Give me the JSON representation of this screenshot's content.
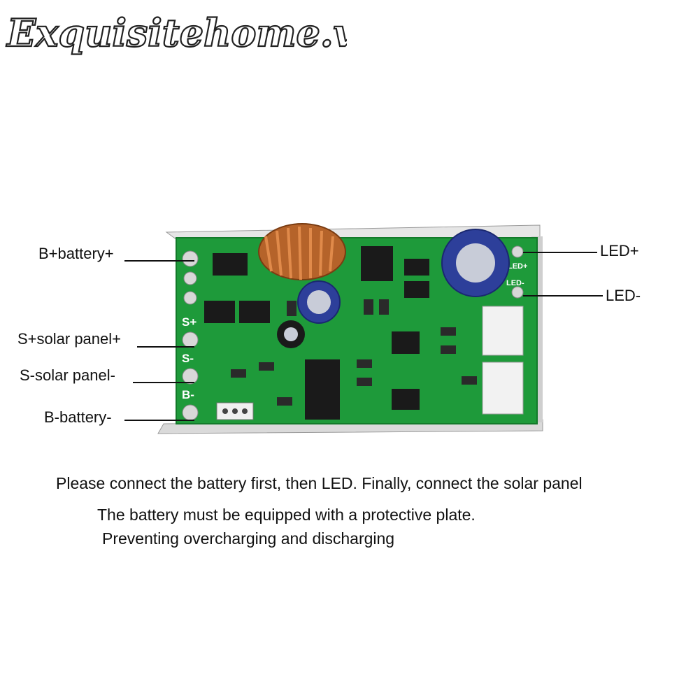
{
  "watermark": {
    "text": "Exquisitehome.vn"
  },
  "labels": {
    "b_plus": "B+battery+",
    "s_plus": "S+solar panel+",
    "s_minus": "S-solar panel-",
    "b_minus": "B-battery-",
    "led_plus": "LED+",
    "led_minus": "LED-"
  },
  "board_silkscreen": {
    "s_plus": "S+",
    "s_minus": "S-",
    "b_minus": "B-",
    "led_plus": "LED+",
    "led_minus": "LED-"
  },
  "instructions": {
    "line1": "Please connect the battery first, then LED. Finally, connect the solar panel",
    "line2": "The battery must be equipped with a protective plate.",
    "line3": "Preventing overcharging and discharging"
  },
  "colors": {
    "pcb": "#1e9a3a",
    "enclosure": "#d9d9d9",
    "copper_coil": "#b5632a"
  }
}
